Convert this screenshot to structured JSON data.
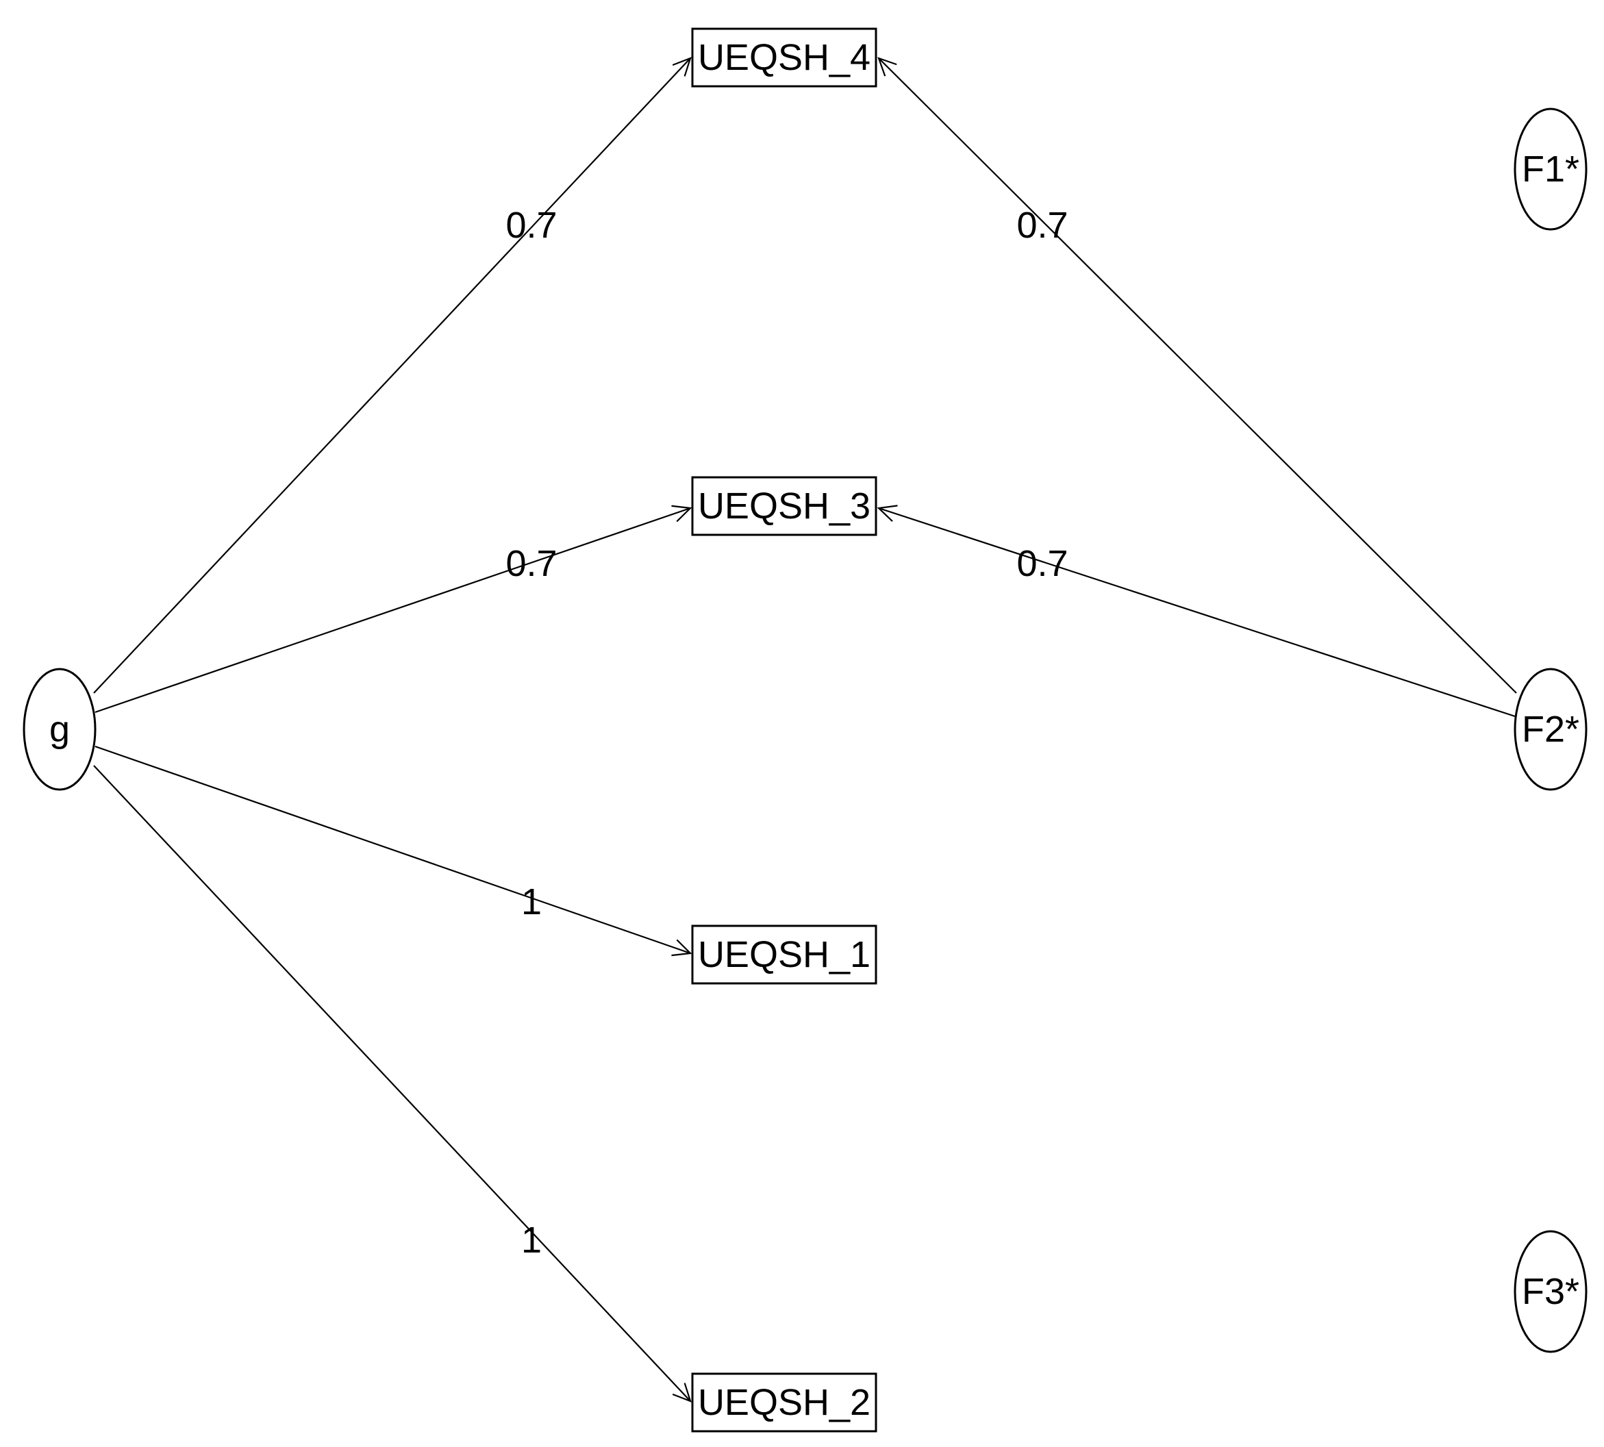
{
  "diagram": {
    "nodes": [
      {
        "id": "g",
        "label": "g",
        "shape": "ellipse"
      },
      {
        "id": "F1",
        "label": "F1*",
        "shape": "ellipse"
      },
      {
        "id": "F2",
        "label": "F2*",
        "shape": "ellipse"
      },
      {
        "id": "F3",
        "label": "F3*",
        "shape": "ellipse"
      },
      {
        "id": "U4",
        "label": "UEQSH_4",
        "shape": "box"
      },
      {
        "id": "U3",
        "label": "UEQSH_3",
        "shape": "box"
      },
      {
        "id": "U1",
        "label": "UEQSH_1",
        "shape": "box"
      },
      {
        "id": "U2",
        "label": "UEQSH_2",
        "shape": "box"
      }
    ],
    "edges": [
      {
        "from": "g",
        "to": "U4",
        "label": "0.7"
      },
      {
        "from": "g",
        "to": "U3",
        "label": "0.7"
      },
      {
        "from": "g",
        "to": "U1",
        "label": "1"
      },
      {
        "from": "g",
        "to": "U2",
        "label": "1"
      },
      {
        "from": "F2",
        "to": "U4",
        "label": "0.7"
      },
      {
        "from": "F2",
        "to": "U3",
        "label": "0.7"
      }
    ],
    "colors": {
      "line": "#000000",
      "background": "#ffffff"
    }
  }
}
